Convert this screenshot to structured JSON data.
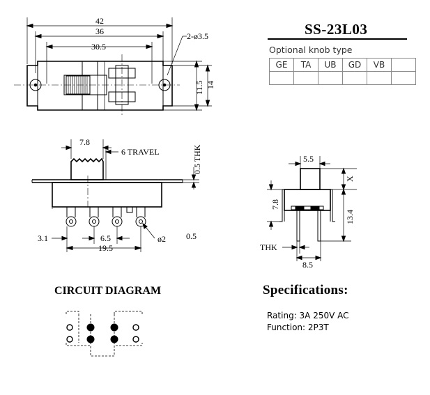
{
  "header": {
    "model": "SS-23L03",
    "knob_caption": "Optional knob type",
    "knob_types": [
      "GE",
      "TA",
      "UB",
      "GD",
      "VB",
      ""
    ]
  },
  "top_view": {
    "dim_42": "42",
    "dim_36": "36",
    "dim_30_5": "30.5",
    "dim_holes": "2-ø3.5",
    "dim_11_5": "11.5",
    "dim_14": "14"
  },
  "side_view": {
    "dim_7_8": "7.8",
    "travel": "6  TRAVEL",
    "thk": "0.5  THK",
    "dim_3_1": "3.1",
    "dim_6_5": "6.5",
    "dim_19_5": "19.5",
    "dim_pin": "ø2",
    "dim_0_5": "0.5"
  },
  "end_view": {
    "dim_5_5": "5.5",
    "dim_x": "X",
    "dim_7_8": "7.8",
    "dim_13_4": "13.4",
    "thk": "THK",
    "dim_8_5": "8.5"
  },
  "circuit": {
    "title": "CIRCUIT DIAGRAM"
  },
  "specs": {
    "title": "Specifications:",
    "rating": "Rating: 3A  250V AC",
    "function": "Function: 2P3T"
  }
}
